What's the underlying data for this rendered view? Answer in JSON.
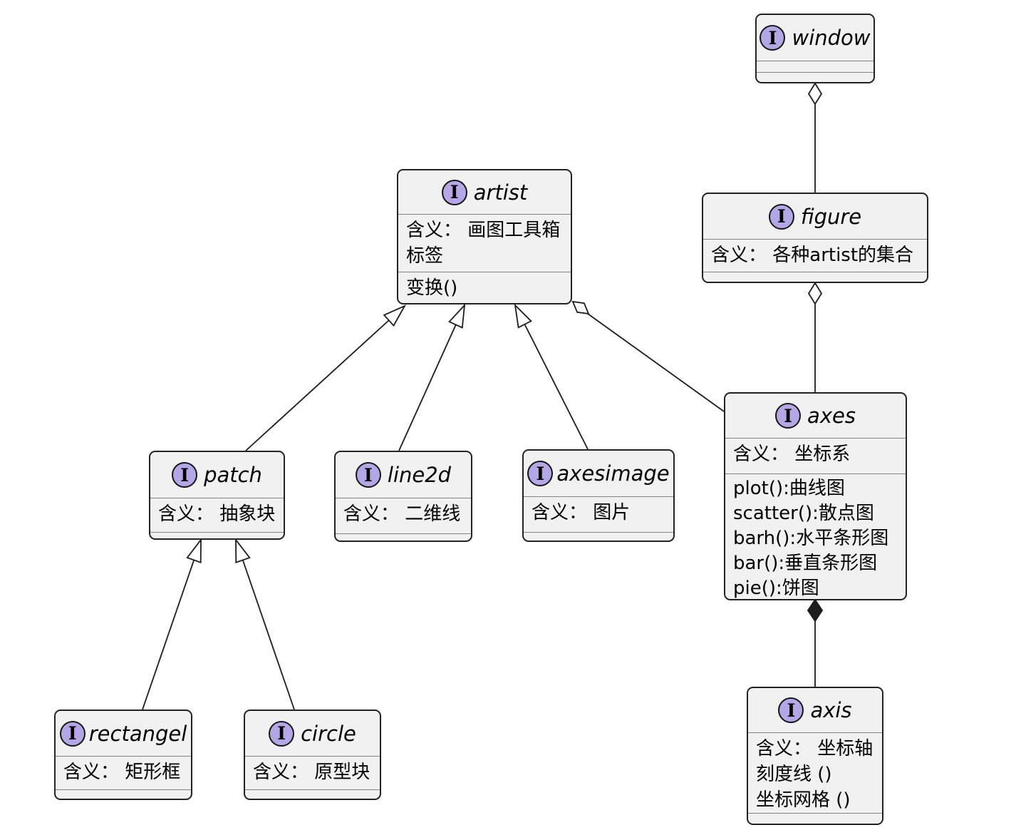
{
  "diagram_type": "uml-class-diagram",
  "colors": {
    "background": "#ffffff",
    "box_fill": "#f1f1f1",
    "box_border": "#232323",
    "divider": "#848484",
    "interface_icon_fill": "#b4a7e5",
    "edge_line": "#1c1c1c"
  },
  "classes": {
    "window": {
      "icon": "I",
      "name": "window",
      "body": [],
      "methods": []
    },
    "figure": {
      "icon": "I",
      "name": "figure",
      "body": [
        "含义： 各种artist的集合"
      ],
      "methods": []
    },
    "artist": {
      "icon": "I",
      "name": "artist",
      "body": [
        "含义： 画图工具箱",
        "标签"
      ],
      "methods": [
        "变换()"
      ]
    },
    "axes": {
      "icon": "I",
      "name": "axes",
      "body": [
        "含义： 坐标系"
      ],
      "methods": [
        "plot():曲线图",
        "scatter():散点图",
        "barh():水平条形图",
        "bar():垂直条形图",
        "pie():饼图"
      ]
    },
    "axis": {
      "icon": "I",
      "name": "axis",
      "body": [
        "含义： 坐标轴",
        "刻度线 ()",
        "坐标网格 ()"
      ],
      "methods": []
    },
    "patch": {
      "icon": "I",
      "name": "patch",
      "body": [
        "含义： 抽象块"
      ],
      "methods": []
    },
    "line2d": {
      "icon": "I",
      "name": "line2d",
      "body": [
        "含义： 二维线"
      ],
      "methods": []
    },
    "axesimage": {
      "icon": "I",
      "name": "axesimage",
      "body": [
        "含义： 图片"
      ],
      "methods": []
    },
    "rectangel": {
      "icon": "I",
      "name": "rectangel",
      "body": [
        "含义： 矩形框"
      ],
      "methods": []
    },
    "circle": {
      "icon": "I",
      "name": "circle",
      "body": [
        "含义： 原型块"
      ],
      "methods": []
    }
  },
  "relations": [
    {
      "from": "figure",
      "to": "window",
      "type": "aggregation"
    },
    {
      "from": "axes",
      "to": "figure",
      "type": "aggregation"
    },
    {
      "from": "axis",
      "to": "axes",
      "type": "composition"
    },
    {
      "from": "axes",
      "to": "artist",
      "type": "aggregation"
    },
    {
      "from": "patch",
      "to": "artist",
      "type": "inheritance"
    },
    {
      "from": "line2d",
      "to": "artist",
      "type": "inheritance"
    },
    {
      "from": "axesimage",
      "to": "artist",
      "type": "inheritance"
    },
    {
      "from": "rectangel",
      "to": "patch",
      "type": "inheritance"
    },
    {
      "from": "circle",
      "to": "patch",
      "type": "inheritance"
    }
  ]
}
